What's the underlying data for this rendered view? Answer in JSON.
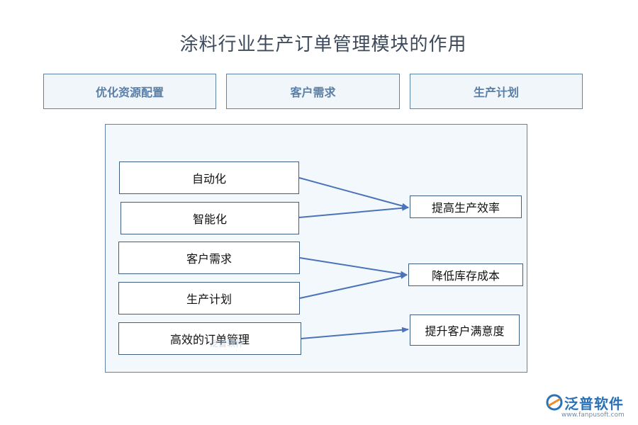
{
  "title": "涂料行业生产订单管理模块的作用",
  "top_boxes": [
    "优化资源配置",
    "客户需求",
    "生产计划"
  ],
  "inputs": [
    "自动化",
    "智能化",
    "客户需求",
    "生产计划",
    "高效的订单管理"
  ],
  "results": [
    "提高生产效率",
    "降低库存成本",
    "提升客户满意度"
  ],
  "watermark": "泛普软件",
  "logo": {
    "name": "泛普软件",
    "url": "www.fanpusoft.com"
  },
  "colors": {
    "arrow": "#4b73b8",
    "box_border": "#5d84a8",
    "top_text": "#5b7fa6"
  }
}
